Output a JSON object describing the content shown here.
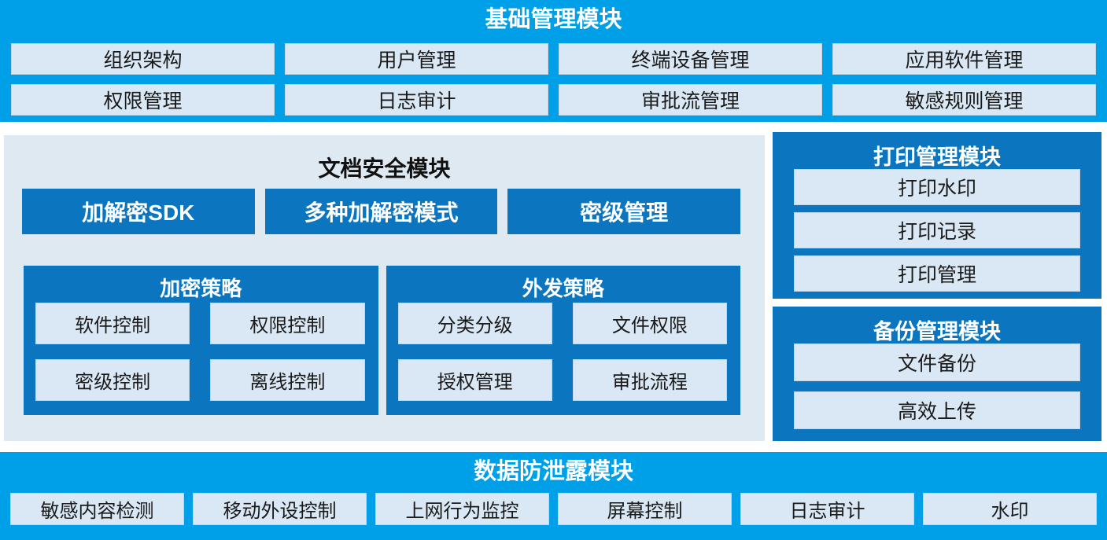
{
  "colors": {
    "cyan": "#00a0e9",
    "blue": "#0b76bf",
    "light": "#d9e8f4",
    "panel": "#dee9f2",
    "ink": "#1a1a1a"
  },
  "basic": {
    "title": "基础管理模块",
    "rows": [
      [
        "组织架构",
        "用户管理",
        "终端设备管理",
        "应用软件管理"
      ],
      [
        "权限管理",
        "日志审计",
        "审批流管理",
        "敏感规则管理"
      ]
    ]
  },
  "doc": {
    "title": "文档安全模块",
    "features": [
      "加解密SDK",
      "多种加解密模式",
      "密级管理"
    ],
    "policies": [
      {
        "title": "加密策略",
        "items": [
          "软件控制",
          "权限控制",
          "密级控制",
          "离线控制"
        ]
      },
      {
        "title": "外发策略",
        "items": [
          "分类分级",
          "文件权限",
          "授权管理",
          "审批流程"
        ]
      }
    ]
  },
  "print": {
    "title": "打印管理模块",
    "items": [
      "打印水印",
      "打印记录",
      "打印管理"
    ]
  },
  "backup": {
    "title": "备份管理模块",
    "items": [
      "文件备份",
      "高效上传"
    ]
  },
  "dlp": {
    "title": "数据防泄露模块",
    "items": [
      "敏感内容检测",
      "移动外设控制",
      "上网行为监控",
      "屏幕控制",
      "日志审计",
      "水印"
    ]
  }
}
